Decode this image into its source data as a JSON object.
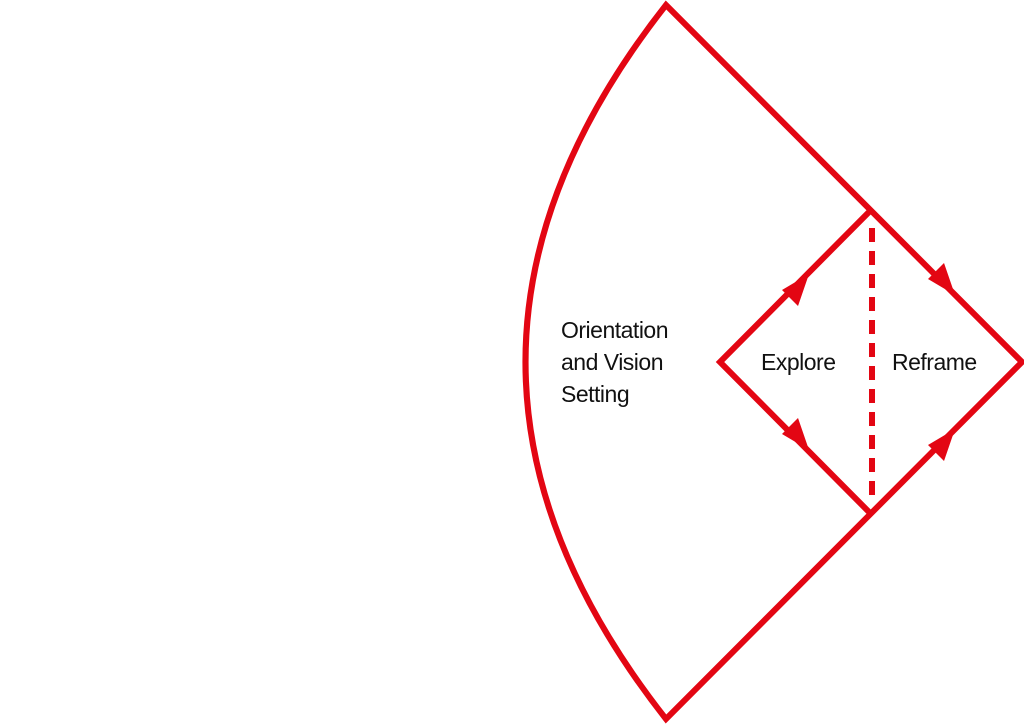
{
  "colors": {
    "stroke": "#e30613",
    "text": "#111111"
  },
  "labels": {
    "orientation_line1": "Orientation",
    "orientation_line2": "and Vision",
    "orientation_line3": "Setting",
    "explore": "Explore",
    "reframe": "Reframe"
  }
}
